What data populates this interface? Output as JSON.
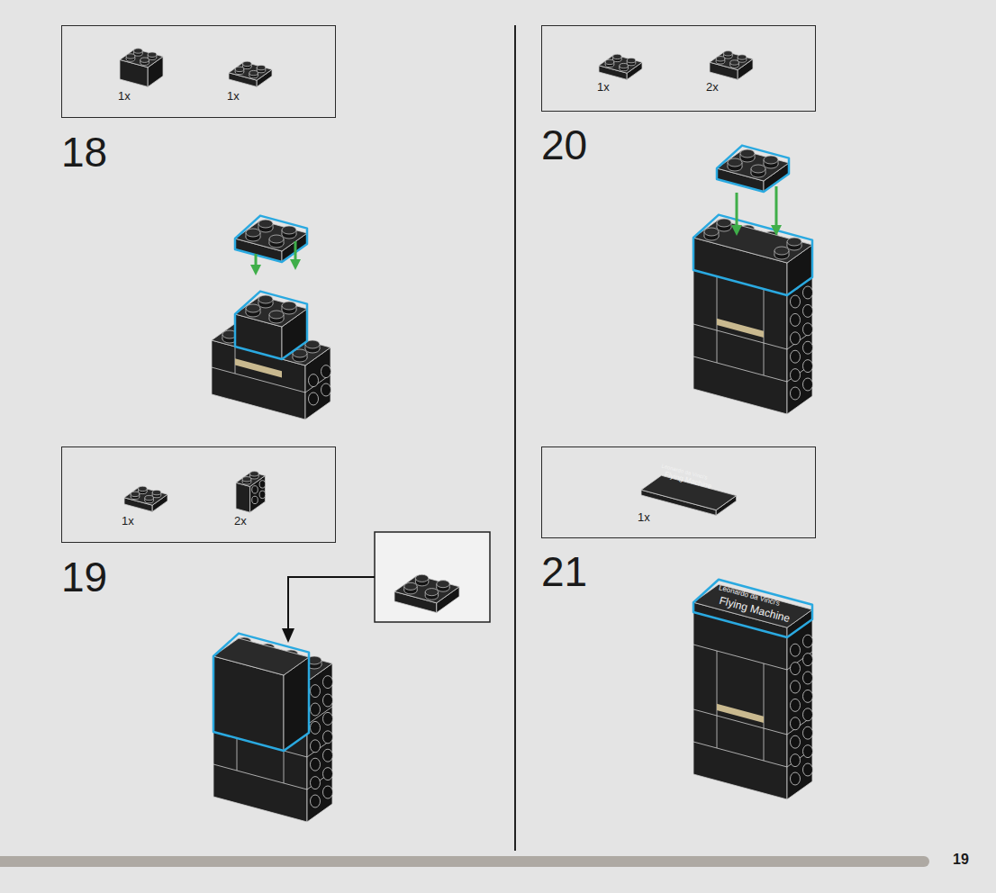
{
  "diagram": {
    "nodes": [
      {
        "text": [
          "1x",
          "1x"
        ]
      },
      {
        "text": [
          "1x",
          "2x"
        ]
      },
      {
        "text": [
          "1x",
          "2x"
        ]
      },
      {
        "text": [
          "1x"
        ]
      }
    ],
    "edges": [],
    "labels": [
      "18",
      "19",
      "20",
      "21",
      "Leonardo da Vinci's",
      "Flying Machine",
      "Leonardo da Vinci's",
      "Flying Machine",
      "19"
    ]
  }
}
